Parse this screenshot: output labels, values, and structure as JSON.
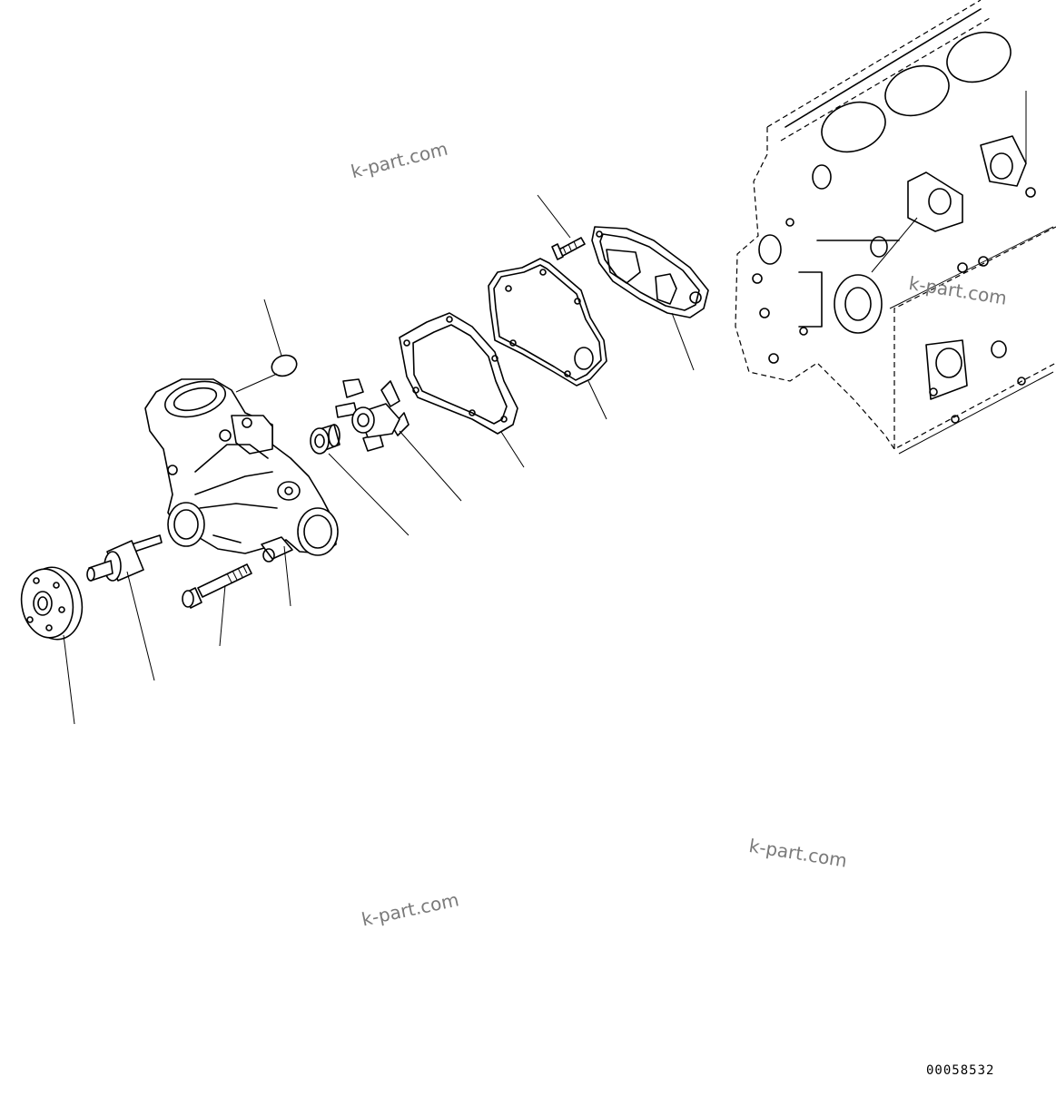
{
  "diagram": {
    "drawing_number": "00058532",
    "watermark_text": "k-part.com",
    "parts": [
      {
        "name": "o-ring"
      },
      {
        "name": "water-pump-body"
      },
      {
        "name": "pulley-hub"
      },
      {
        "name": "pump-shaft-bearing"
      },
      {
        "name": "mounting-bolt"
      },
      {
        "name": "mechanical-seal"
      },
      {
        "name": "impeller"
      },
      {
        "name": "pump-gasket"
      },
      {
        "name": "cover-plate"
      },
      {
        "name": "cover-bolt"
      },
      {
        "name": "block-gasket"
      },
      {
        "name": "cylinder-block"
      }
    ]
  }
}
